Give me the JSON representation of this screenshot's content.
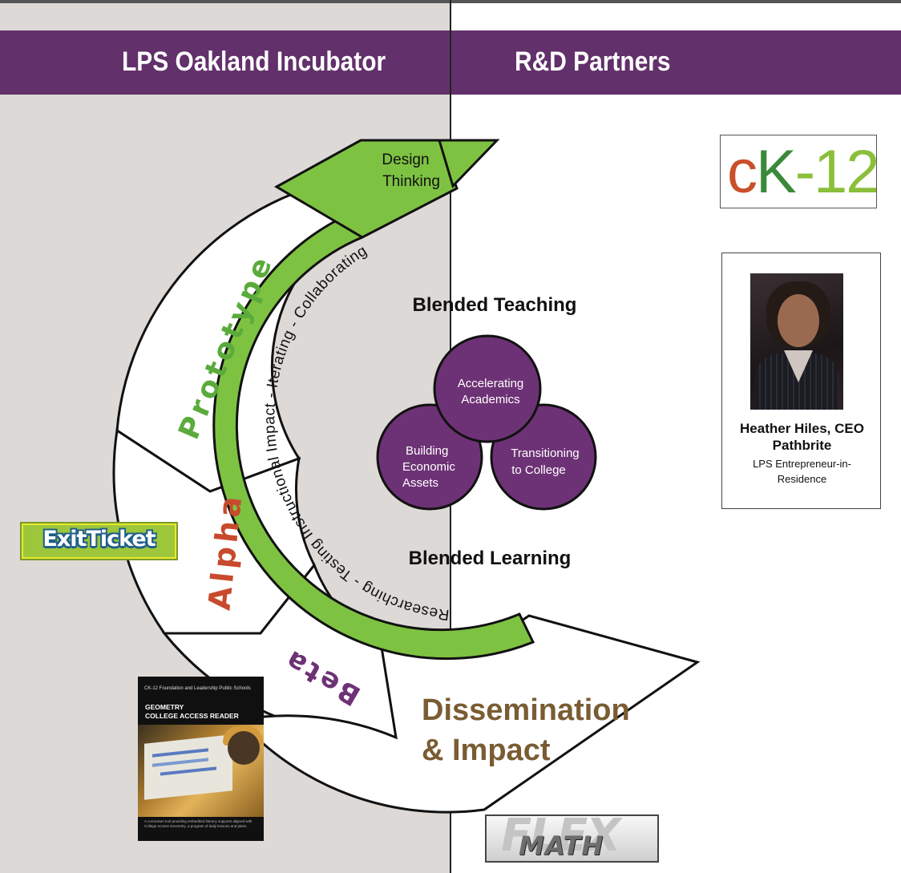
{
  "header": {
    "left_title": "LPS Oakland Incubator",
    "right_title": "R&D Partners"
  },
  "cycle": {
    "start_label_line1": "Design",
    "start_label_line2": "Thinking",
    "arc_text": "Researching - Testing Instructional Impact - Iterating - Collaborating",
    "stages": [
      "Prototype",
      "Alpha",
      "Beta"
    ],
    "stage_colors": [
      "#5aab3c",
      "#c84a2c",
      "#6d3275"
    ],
    "final_line1": "Dissemination",
    "final_line2": "& Impact",
    "final_color": "#7a5c33",
    "green": "#7ec242",
    "purple": "#6d3275"
  },
  "center": {
    "top_label": "Blended Teaching",
    "bottom_label": "Blended Learning",
    "circles": [
      {
        "line1": "Accelerating",
        "line2": "Academics",
        "line3": ""
      },
      {
        "line1": "Building",
        "line2": "Economic",
        "line3": "Assets"
      },
      {
        "line1": "Transitioning",
        "line2": "to College",
        "line3": ""
      }
    ]
  },
  "partners": {
    "ck12": {
      "c": "c",
      "k": "K",
      "rest": "-12"
    },
    "person": {
      "name_line1": "Heather Hiles, CEO",
      "name_line2": "Pathbrite",
      "role_line1": "LPS Entrepreneur-in-",
      "role_line2": "Residence"
    },
    "exitticket": "ExitTicket",
    "book": {
      "publisher": "CK-12 Foundation and Leadership Public Schools",
      "title_line1": "GEOMETRY",
      "title_line2": "COLLEGE ACCESS READER",
      "blurb": "A curriculum tool providing embedded literacy supports aligned with College Access Geometry, a program of daily lessons and plans."
    },
    "fmath": {
      "flex": "FLEX",
      "math": "MATH"
    }
  }
}
